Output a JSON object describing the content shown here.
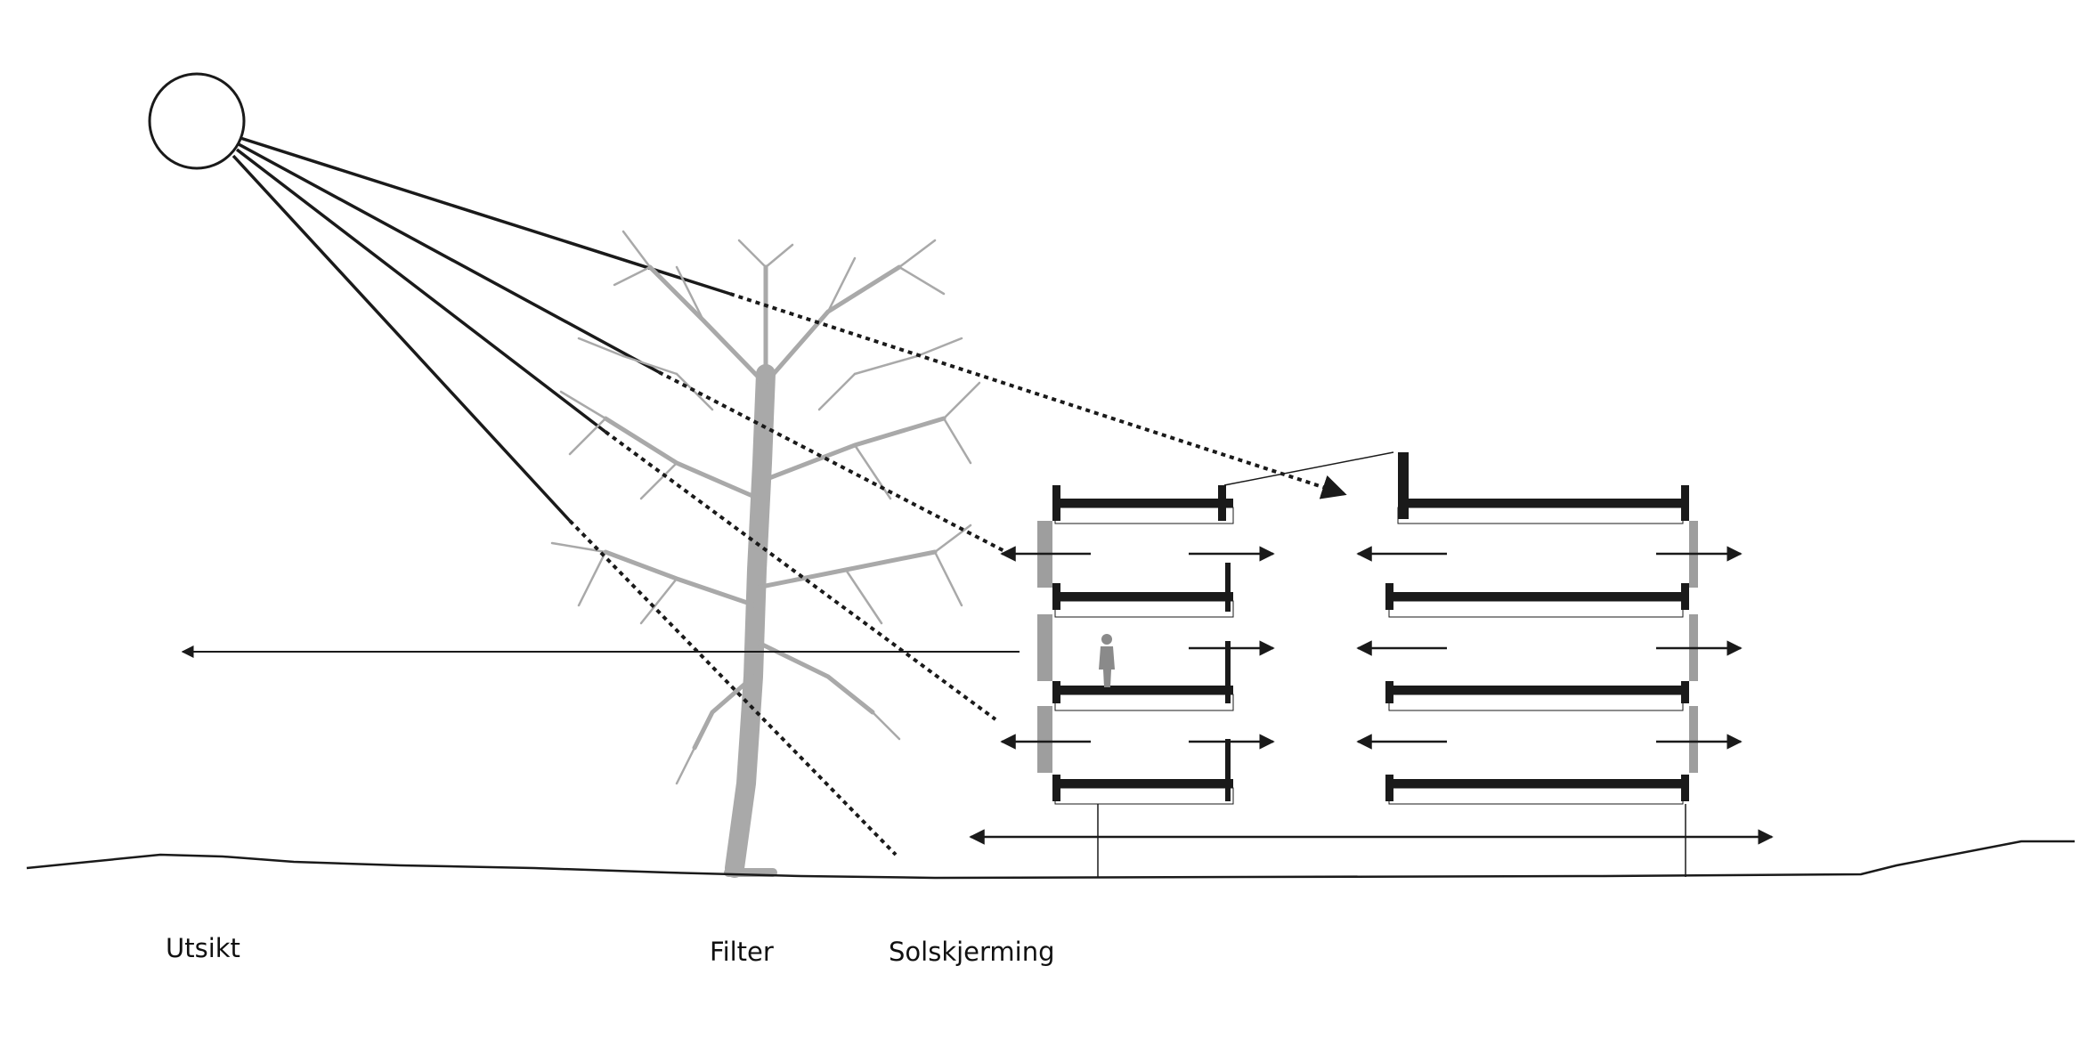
{
  "labels": {
    "view": "Utsikt",
    "filter": "Filter",
    "shading": "Solskjerming"
  },
  "colors": {
    "ink": "#1a1a1a",
    "tree": "#a9a9a9",
    "shade_panel": "#9e9e9e",
    "background": "#ffffff"
  },
  "icons": [
    "sun-icon",
    "tree-icon",
    "person-icon",
    "arrow-icon"
  ]
}
